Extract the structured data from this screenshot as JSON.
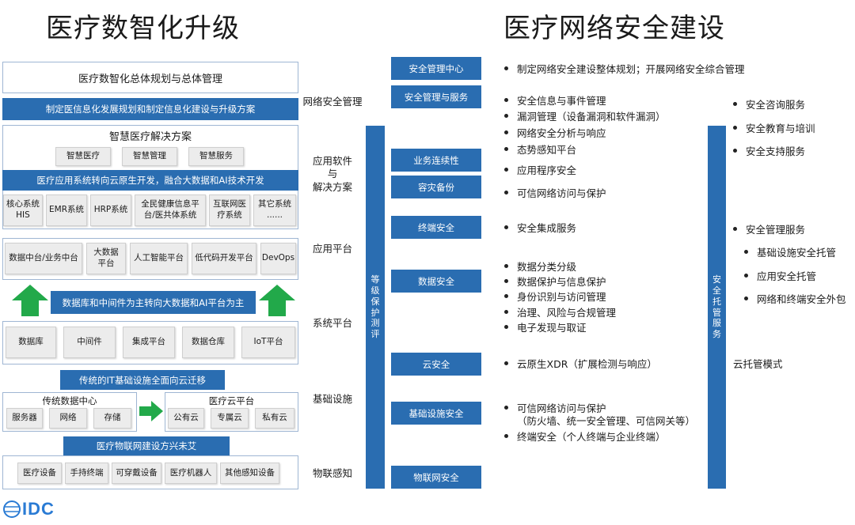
{
  "left": {
    "title": "医疗数智化升级",
    "planning": "医疗数智化总体规划与总体管理",
    "planning_strategy": "制定医信息化发展规划和制定信息化建设与升级方案",
    "smart_solutions": {
      "title": "智慧医疗解决方案",
      "items": [
        "智慧医疗",
        "智慧管理",
        "智慧服务"
      ],
      "dev_banner": "医疗应用系统转向云原生开发，融合大数据和AI技术开发",
      "systems": [
        {
          "line1": "核心系统",
          "line2": "HIS"
        },
        {
          "line1": "EMR系统",
          "line2": ""
        },
        {
          "line1": "HRP系统",
          "line2": ""
        },
        {
          "line1": "全民健康信息平",
          "line2": "台/医共体系统"
        },
        {
          "line1": "互联网医",
          "line2": "疗系统"
        },
        {
          "line1": "其它系统",
          "line2": "......"
        }
      ]
    },
    "app_platform": [
      {
        "line1": "数据中台/业务中台",
        "line2": ""
      },
      {
        "line1": "大数据",
        "line2": "平台"
      },
      {
        "line1": "人工智能平台",
        "line2": ""
      },
      {
        "line1": "低代码开发平台",
        "line2": ""
      },
      {
        "line1": "DevOps",
        "line2": ""
      }
    ],
    "middleware_banner": "数据库和中间件为主转向大数据和AI平台为主",
    "system_platform": [
      "数据库",
      "中间件",
      "集成平台",
      "数据仓库",
      "IoT平台"
    ],
    "cloud_migration_banner": "传统的IT基础设施全面向云迁移",
    "traditional_dc": {
      "title": "传统数据中心",
      "items": [
        "服务器",
        "网络",
        "存储"
      ]
    },
    "medical_cloud": {
      "title": "医疗云平台",
      "items": [
        "公有云",
        "专属云",
        "私有云"
      ]
    },
    "iot_banner": "医疗物联网建设方兴未艾",
    "iot_devices": [
      "医疗设备",
      "手持终端",
      "可穿戴设备",
      "医疗机器人",
      "其他感知设备"
    ],
    "logo": "IDC"
  },
  "middle_labels": {
    "net_mgmt": "网络安全管理",
    "app_software": [
      "应用软件",
      "与",
      "解决方案"
    ],
    "app_platform": "应用平台",
    "system_platform": "系统平台",
    "infrastructure": "基础设施",
    "iot": "物联感知"
  },
  "right": {
    "title": "医疗网络安全建设",
    "assessment_bar": [
      "等",
      "级",
      "保",
      "护",
      "测",
      "评"
    ],
    "managed_bar": [
      "安",
      "全",
      "托",
      "管",
      "服",
      "务"
    ],
    "boxes": [
      "安全管理中心",
      "安全管理与服务",
      "业务连续性",
      "容灾备份",
      "终端安全",
      "数据安全",
      "云安全",
      "基础设施安全",
      "物联网安全"
    ],
    "bullets": {
      "mgmt_center": [
        "制定网络安全建设整体规划；开展网络安全综合管理"
      ],
      "mgmt_service": [
        "安全信息与事件管理",
        "漏洞管理（设备漏洞和软件漏洞）",
        "网络安全分析与响应",
        "态势感知平台",
        "应用程序安全"
      ],
      "dr": [
        "可信网络访问与保护"
      ],
      "endpoint": [
        "安全集成服务"
      ],
      "data": [
        "数据分类分级",
        "数据保护与信息保护",
        "身份识别与访问管理",
        "治理、风险与合规管理",
        "电子发现与取证"
      ],
      "cloud": [
        "云原生XDR（扩展检测与响应）"
      ],
      "infra": [
        "可信网络访问与保护",
        "（防火墙、统一安全管理、可信网关等）",
        "终端安全（个人终端与企业终端）"
      ],
      "services_top": [
        "安全咨询服务",
        "安全教育与培训",
        "安全支持服务"
      ],
      "services_mgmt": [
        "安全管理服务",
        "基础设施安全托管",
        "应用安全托管",
        "网络和终端安全外包"
      ],
      "cloud_managed": "云托管模式"
    }
  },
  "colors": {
    "primary_blue": "#2a6db1",
    "green_arrow": "#22a94a",
    "box_gray": "#ececec",
    "idc_blue": "#2a7bd4"
  }
}
